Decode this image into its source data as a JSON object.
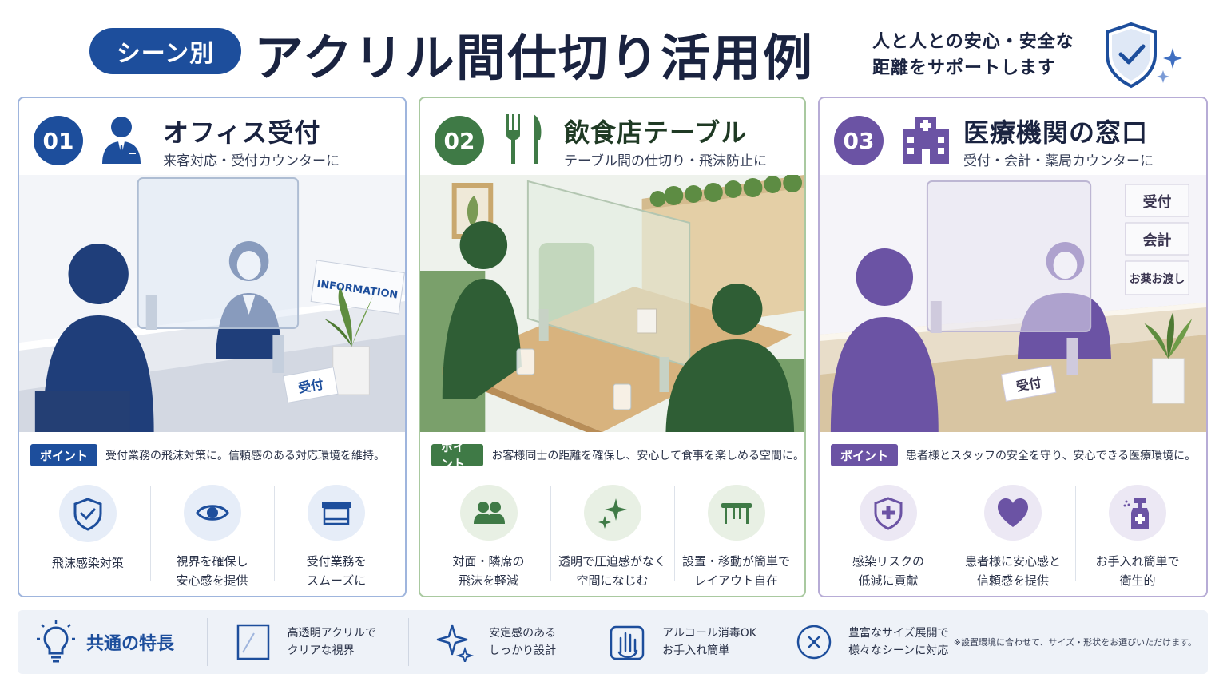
{
  "header": {
    "badge": "シーン別",
    "title": "アクリル間仕切り活用例",
    "subtitle_line1": "人と人との安心・安全な",
    "subtitle_line2": "距離をサポートします"
  },
  "colors": {
    "office": "#1d4e9c",
    "restaurant": "#3f7a46",
    "medical": "#6b53a4"
  },
  "cards": [
    {
      "number": "01",
      "icon": "businessperson-icon",
      "title": "オフィス受付",
      "subtitle": "来客対応・受付カウンターに",
      "scene_signs": [
        "INFORMATION",
        "受付"
      ],
      "point_label": "ポイント",
      "point_text": "受付業務の飛沫対策に。信頼感のある対応環境を維持。",
      "features": [
        {
          "icon": "shield-check-icon",
          "line1": "飛沫感染対策",
          "line2": ""
        },
        {
          "icon": "eye-icon",
          "line1": "視界を確保し",
          "line2": "安心感を提供"
        },
        {
          "icon": "counter-desk-icon",
          "line1": "受付業務を",
          "line2": "スムーズに"
        }
      ]
    },
    {
      "number": "02",
      "icon": "fork-knife-icon",
      "title": "飲食店テーブル",
      "subtitle": "テーブル間の仕切り・飛沫防止に",
      "point_label": "ポイント",
      "point_text": "お客様同士の距離を確保し、安心して食事を楽しめる空間に。",
      "features": [
        {
          "icon": "people-icon",
          "line1": "対面・隣席の",
          "line2": "飛沫を軽減"
        },
        {
          "icon": "sparkle-icon",
          "line1": "透明で圧迫感がなく",
          "line2": "空間になじむ"
        },
        {
          "icon": "table-icon",
          "line1": "設置・移動が簡単で",
          "line2": "レイアウト自在"
        }
      ]
    },
    {
      "number": "03",
      "icon": "hospital-icon",
      "title": "医療機関の窓口",
      "subtitle": "受付・会計・薬局カウンターに",
      "scene_signs": [
        "受付",
        "会計",
        "お薬お渡し",
        "受付"
      ],
      "point_label": "ポイント",
      "point_text": "患者様とスタッフの安全を守り、安心できる医療環境に。",
      "features": [
        {
          "icon": "shield-plus-icon",
          "line1": "感染リスクの",
          "line2": "低減に貢献"
        },
        {
          "icon": "heart-icon",
          "line1": "患者様に安心感と",
          "line2": "信頼感を提供"
        },
        {
          "icon": "spray-bottle-icon",
          "line1": "お手入れ簡単で",
          "line2": "衛生的"
        }
      ]
    }
  ],
  "footer": {
    "lead": "共通の特長",
    "items": [
      {
        "icon": "acrylic-panel-icon",
        "line1": "高透明アクリルで",
        "line2": "クリアな視界"
      },
      {
        "icon": "sparkle-outline-icon",
        "line1": "安定感のある",
        "line2": "しっかり設計"
      },
      {
        "icon": "hand-sanitize-icon",
        "line1": "アルコール消毒OK",
        "line2": "お手入れ簡単"
      },
      {
        "icon": "resize-icon",
        "line1": "豊富なサイズ展開で",
        "line2": "様々なシーンに対応"
      }
    ],
    "note": "※設置環境に合わせて、サイズ・形状をお選びいただけます。"
  }
}
